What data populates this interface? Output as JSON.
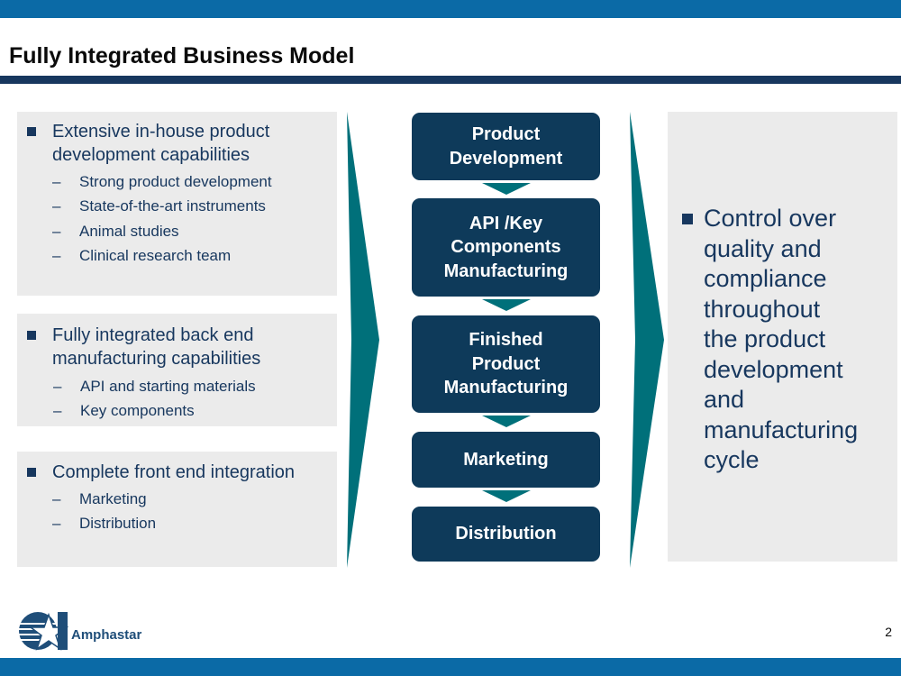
{
  "title": "Fully Integrated Business Model",
  "left": {
    "groups": [
      {
        "heading": [
          "Extensive in-house product",
          "development capabilities"
        ],
        "items": [
          "Strong product development",
          "State-of-the-art instruments",
          "Animal studies",
          "Clinical research team"
        ]
      },
      {
        "heading": [
          "Fully integrated back end",
          "manufacturing capabilities"
        ],
        "items": [
          "API and starting materials",
          "Key components"
        ]
      },
      {
        "heading": [
          "Complete front end integration"
        ],
        "items": [
          "Marketing",
          "Distribution"
        ]
      }
    ],
    "dash": "–"
  },
  "flow": [
    {
      "lines": [
        "Product",
        "Development"
      ]
    },
    {
      "lines": [
        "API /Key",
        "Components",
        "Manufacturing"
      ]
    },
    {
      "lines": [
        "Finished",
        "Product",
        "Manufacturing"
      ]
    },
    {
      "lines": [
        "Marketing"
      ]
    },
    {
      "lines": [
        "Distribution"
      ]
    }
  ],
  "right": {
    "lines": [
      "Control over",
      "quality and",
      "compliance",
      "throughout",
      "the product",
      "development",
      "and",
      "manufacturing",
      "cycle"
    ]
  },
  "footer": {
    "page_number": "2",
    "logo_text": "Amphastar"
  },
  "colors": {
    "navy": "#17375e",
    "box": "#0e3a5a",
    "teal": "#00707a",
    "accent_bar": "#0b6aa6",
    "panel": "#ebebeb"
  }
}
